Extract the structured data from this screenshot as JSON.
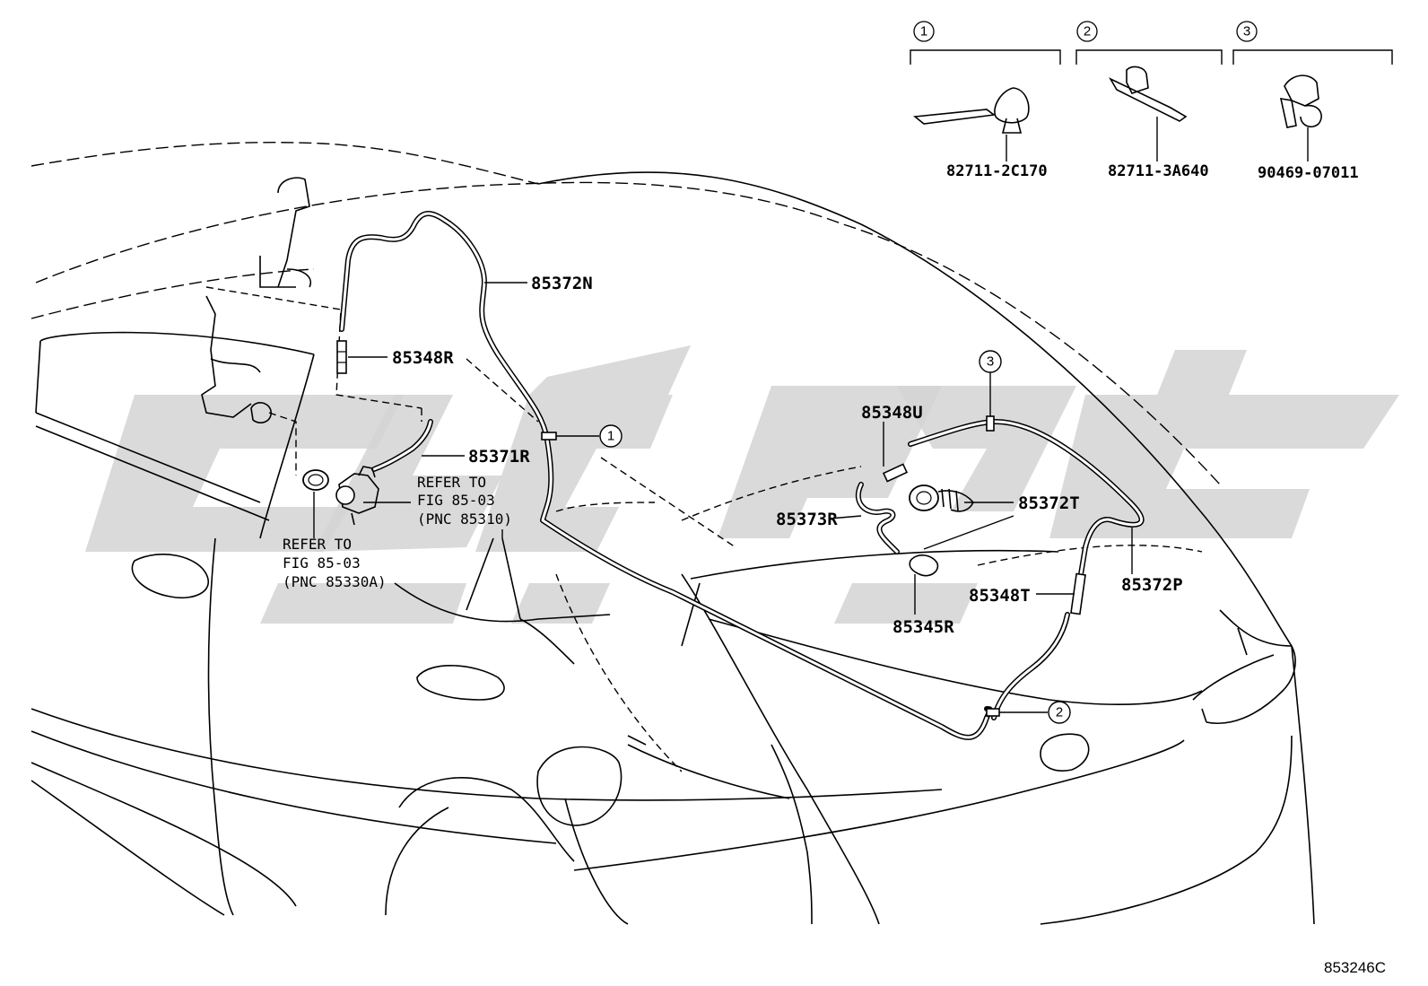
{
  "diagram_code": "853246C",
  "callouts": [
    "1",
    "2",
    "3"
  ],
  "clip_parts": [
    {
      "callout": "1",
      "part_number": "82711-2C170"
    },
    {
      "callout": "2",
      "part_number": "82711-3A640"
    },
    {
      "callout": "3",
      "part_number": "90469-07011"
    }
  ],
  "labels": {
    "p85372N": "85372N",
    "p85348R": "85348R",
    "p85371R": "85371R",
    "p85348U": "85348U",
    "p85373R": "85373R",
    "p85372T": "85372T",
    "p85345R": "85345R",
    "p85348T": "85348T",
    "p85372P": "85372P"
  },
  "references": {
    "pump": [
      "REFER TO",
      "FIG 85-03",
      "(PNC 85310)"
    ],
    "grommet": [
      "REFER TO",
      "FIG 85-03",
      "(PNC 85330A)"
    ]
  }
}
